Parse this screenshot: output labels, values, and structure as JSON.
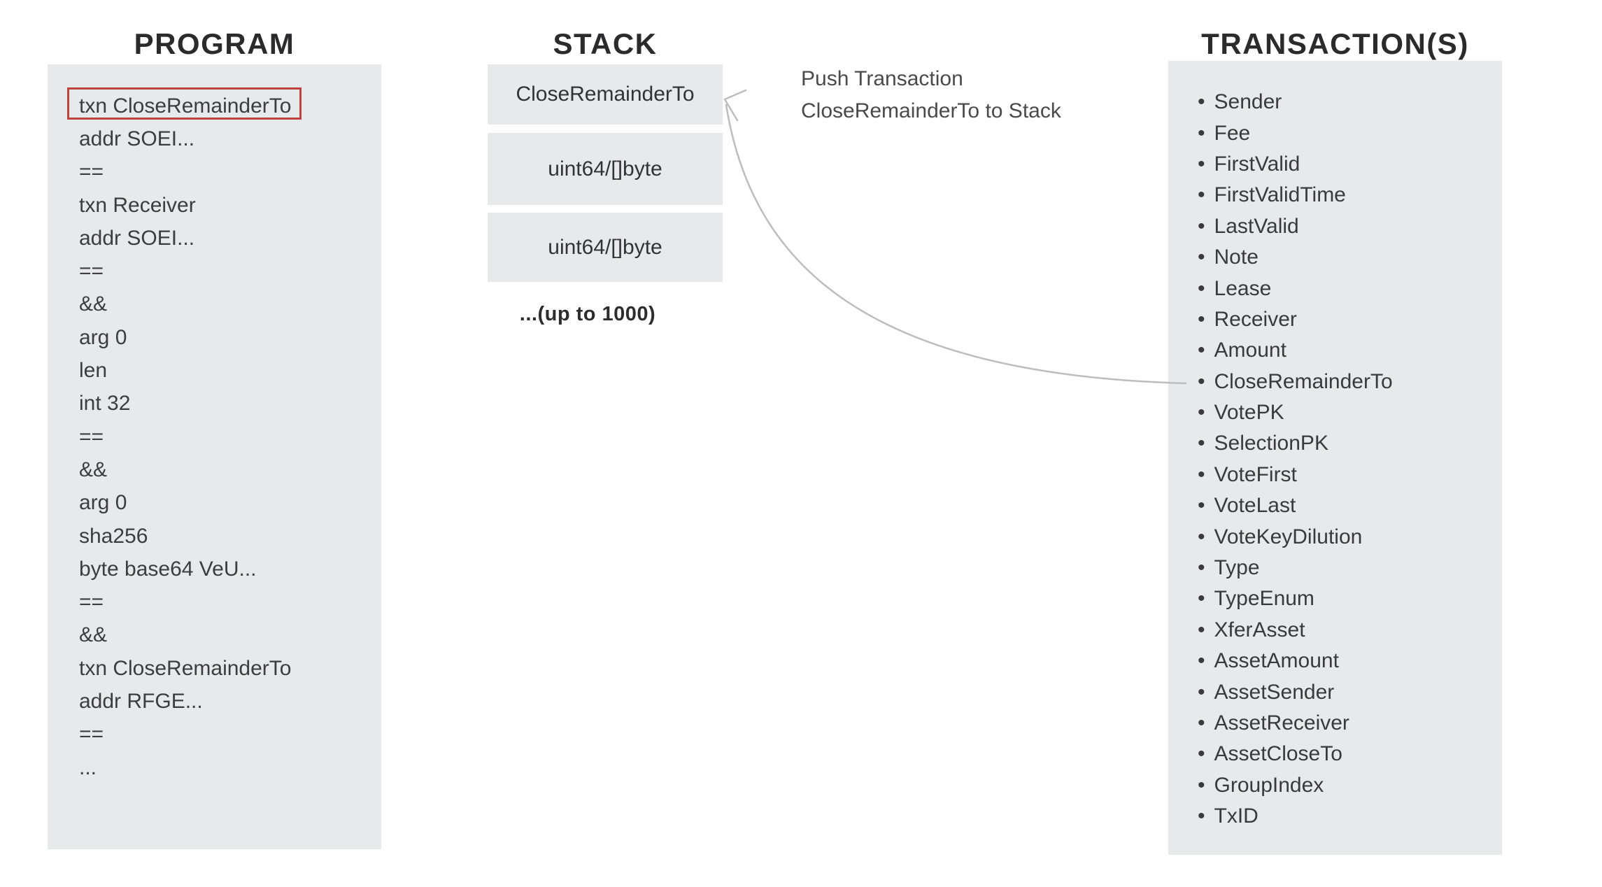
{
  "columns": {
    "program": {
      "title": "PROGRAM",
      "highlight_index": 0,
      "lines": [
        "txn CloseRemainderTo",
        "addr SOEI...",
        "==",
        "txn Receiver",
        "addr SOEI...",
        "==",
        "&&",
        "arg 0",
        "len",
        "int 32",
        "==",
        "&&",
        "arg 0",
        "sha256",
        "byte base64 VeU...",
        "==",
        "&&",
        "txn CloseRemainderTo",
        "addr RFGE...",
        "==",
        "..."
      ]
    },
    "stack": {
      "title": "STACK",
      "boxes": [
        "CloseRemainderTo",
        "uint64/[]byte",
        "uint64/[]byte"
      ],
      "caption": "...(up to 1000)"
    },
    "transactions": {
      "title": "TRANSACTION(S)",
      "fields": [
        "Sender",
        "Fee",
        "FirstValid",
        "FirstValidTime",
        "LastValid",
        "Note",
        "Lease",
        "Receiver",
        "Amount",
        "CloseRemainderTo",
        "VotePK",
        "SelectionPK",
        "VoteFirst",
        "VoteLast",
        "VoteKeyDilution",
        "Type",
        "TypeEnum",
        "XferAsset",
        "AssetAmount",
        "AssetSender",
        "AssetReceiver",
        "AssetCloseTo",
        "GroupIndex",
        "TxID"
      ]
    }
  },
  "annotation": {
    "line1": "Push Transaction",
    "line2": "CloseRemainderTo to Stack"
  },
  "colors": {
    "panel_bg": "#e8e9ea",
    "highlight_border": "#bf4440",
    "arrow": "#bdbdbd",
    "title_text": "#2b2b2d",
    "body_text": "#3d3d3f"
  }
}
